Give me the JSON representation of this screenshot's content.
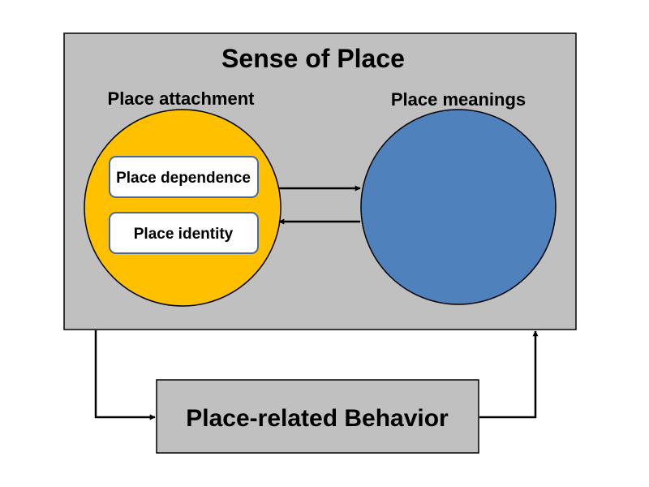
{
  "diagram": {
    "outer_box": {
      "title": "Sense of Place"
    },
    "attachment": {
      "label": "Place attachment",
      "items": [
        "Place dependence",
        "Place identity"
      ]
    },
    "meanings": {
      "label": "Place meanings"
    },
    "behavior": {
      "label": "Place-related Behavior"
    }
  },
  "colors": {
    "outer_box_fill": "#c0c0c0",
    "attachment_circle": "#ffc000",
    "meanings_circle": "#4f81bd",
    "inner_box_border": "#4a6a9a",
    "behavior_box_fill": "#c0c0c0",
    "line": "#000000"
  }
}
